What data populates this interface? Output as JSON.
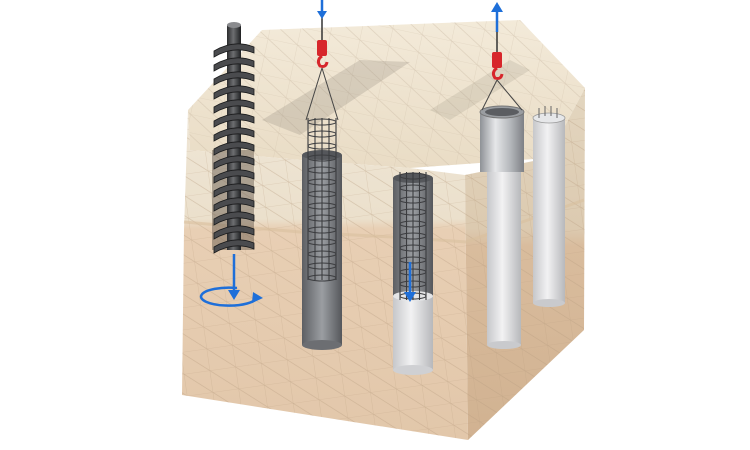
{
  "diagram": {
    "subject": "bored-pile-construction-sequence",
    "steps": [
      {
        "id": "drill-with-auger",
        "icons": [
          "auger-icon",
          "rotation-arrow-icon",
          "down-arrow-icon"
        ]
      },
      {
        "id": "lower-rebar-cage",
        "icons": [
          "crane-hook-icon",
          "down-arrow-icon",
          "rebar-cage-icon"
        ]
      },
      {
        "id": "pour-concrete",
        "icons": [
          "rebar-cage-icon",
          "down-arrow-icon",
          "concrete-column-icon"
        ]
      },
      {
        "id": "extract-casing",
        "icons": [
          "crane-hook-icon",
          "up-arrow-icon",
          "steel-casing-icon"
        ]
      },
      {
        "id": "finished-pile",
        "icons": [
          "finished-pile-icon"
        ]
      }
    ],
    "colors": {
      "arrow_blue": "#1e6fd9",
      "hook_red": "#d7262b",
      "soil_top": "#eee3d0",
      "soil_bottom": "#e6cdb2",
      "steel": "#b9bcc0",
      "auger_dark": "#3a3b3d",
      "concrete": "#dcdddf"
    }
  }
}
